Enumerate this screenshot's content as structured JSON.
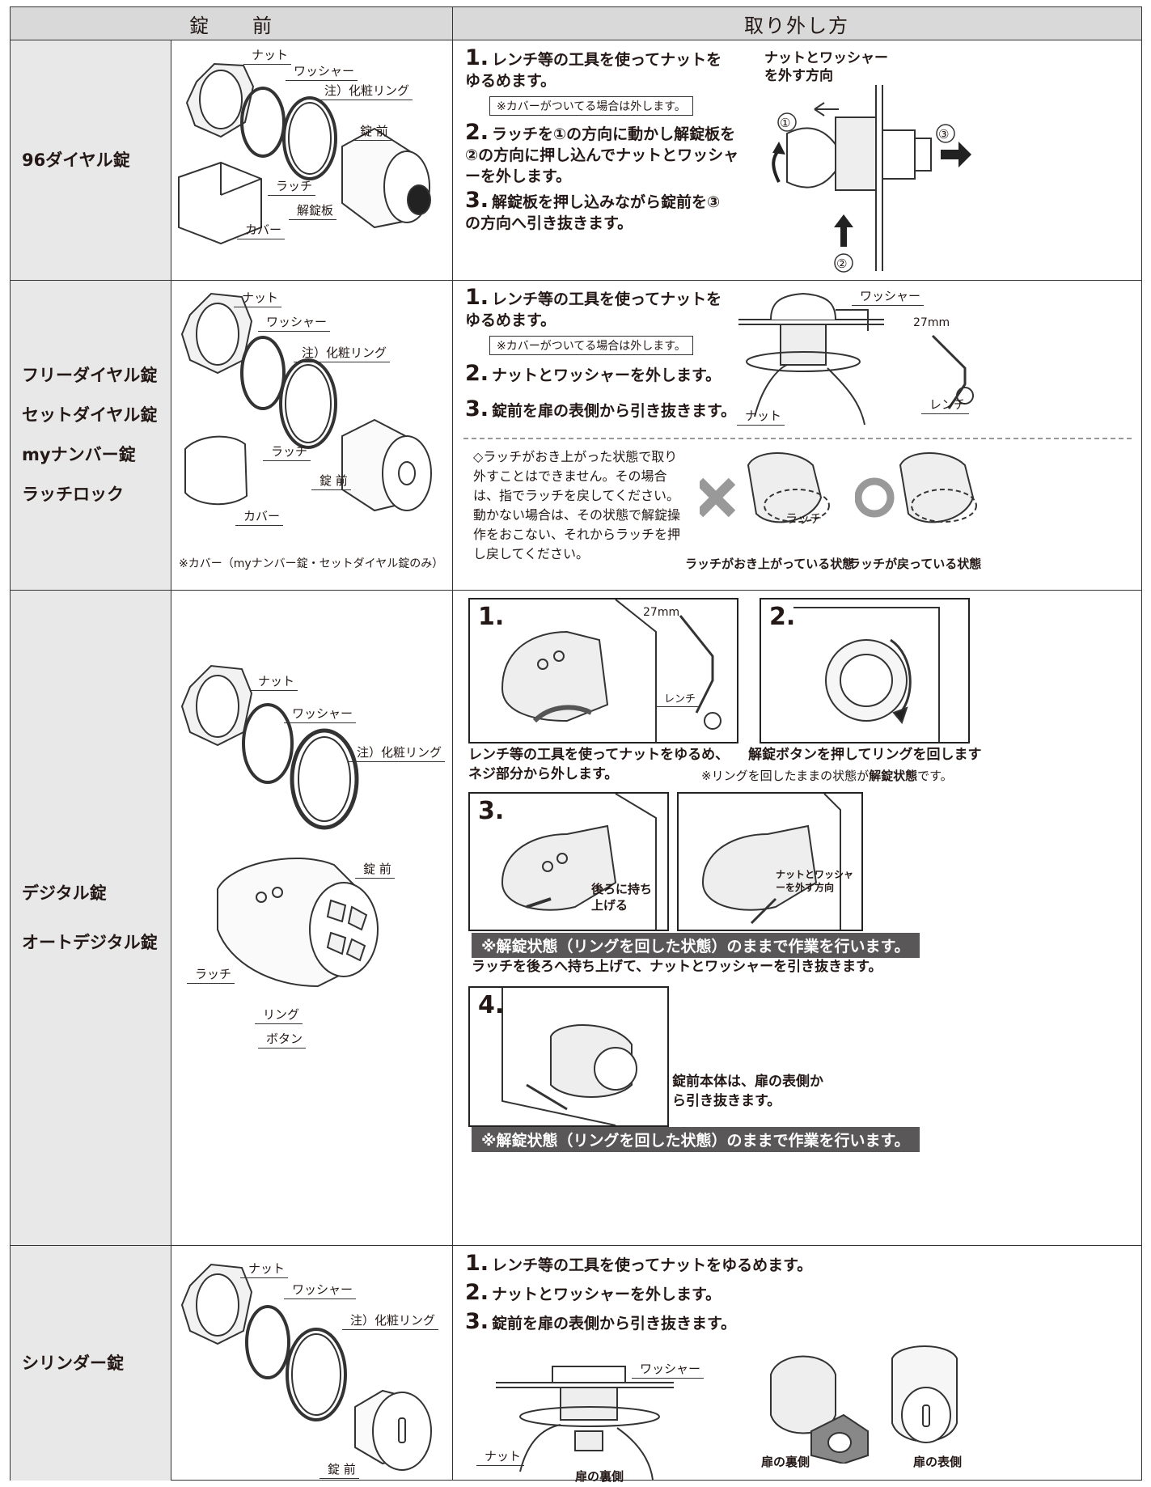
{
  "header": {
    "col_lock": "錠　　前",
    "col_removal": "取り外し方"
  },
  "labels": {
    "nut": "ナット",
    "washer": "ワッシャー",
    "ring": "注）化粧リング",
    "lock": "錠 前",
    "latch": "ラッチ",
    "release_plate": "解錠板",
    "cover": "カバー",
    "wrench": "レンチ",
    "size_27mm": "27mm",
    "ring_part": "リング",
    "button": "ボタン",
    "door_back": "扉の裏側",
    "door_front": "扉の表側",
    "circle1": "①",
    "circle2": "②",
    "circle3": "③"
  },
  "row1": {
    "name": "96ダイヤル錠",
    "step1": "レンチ等の工具を使ってナットをゆるめます。",
    "note": "※カバーがついてる場合は外します。",
    "step2": "ラッチを①の方向に動かし解錠板を②の方向に押し込んでナットとワッシャーを外します。",
    "step3": "解錠板を押し込みながら錠前を③の方向へ引き抜きます。",
    "diagram_label": "ナットとワッシャーを外す方向"
  },
  "row2": {
    "names": [
      "フリーダイヤル錠",
      "セットダイヤル錠",
      "myナンバー錠",
      "ラッチロック"
    ],
    "step1": "レンチ等の工具を使ってナットをゆるめます。",
    "note": "※カバーがついてる場合は外します。",
    "step2": "ナットとワッシャーを外します。",
    "step3": "錠前を扉の表側から引き抜きます。",
    "cover_note": "※カバー（myナンバー錠・セットダイヤル錠のみ）",
    "latch_note": "◇ラッチがおき上がった状態で取り外すことはできません。その場合は、指でラッチを戻してください。動かない場合は、その状態で解錠操作をおこない、それからラッチを押し戻してください。",
    "ng_caption": "ラッチがおき上がっている状態",
    "ok_caption": "ラッチが戻っている状態"
  },
  "row3": {
    "names": [
      "デジタル錠",
      "オートデジタル錠"
    ],
    "panel1": "1.",
    "panel2": "2.",
    "panel3": "3.",
    "panel4": "4.",
    "cap1": "レンチ等の工具を使ってナットをゆるめ、ネジ部分から外します。",
    "cap2": "解錠ボタンを押してリングを回します",
    "cap2_note_pre": "※リングを回したままの状態が",
    "cap2_note_bold": "解錠状態",
    "cap2_note_post": "です。",
    "lift_label": "後ろに持ち上げる",
    "direction_label": "ナットとワッシャーを外す方向",
    "banner": "※解錠状態（リングを回した状態）のままで作業を行います。",
    "cap3": "ラッチを後ろへ持ち上げて、ナットとワッシャーを引き抜きます。",
    "cap4": "錠前本体は、扉の表側から引き抜きます。"
  },
  "row4": {
    "name": "シリンダー錠",
    "step1": "レンチ等の工具を使ってナットをゆるめます。",
    "step2": "ナットとワッシャーを外します。",
    "step3": "錠前を扉の表側から引き抜きます。"
  }
}
